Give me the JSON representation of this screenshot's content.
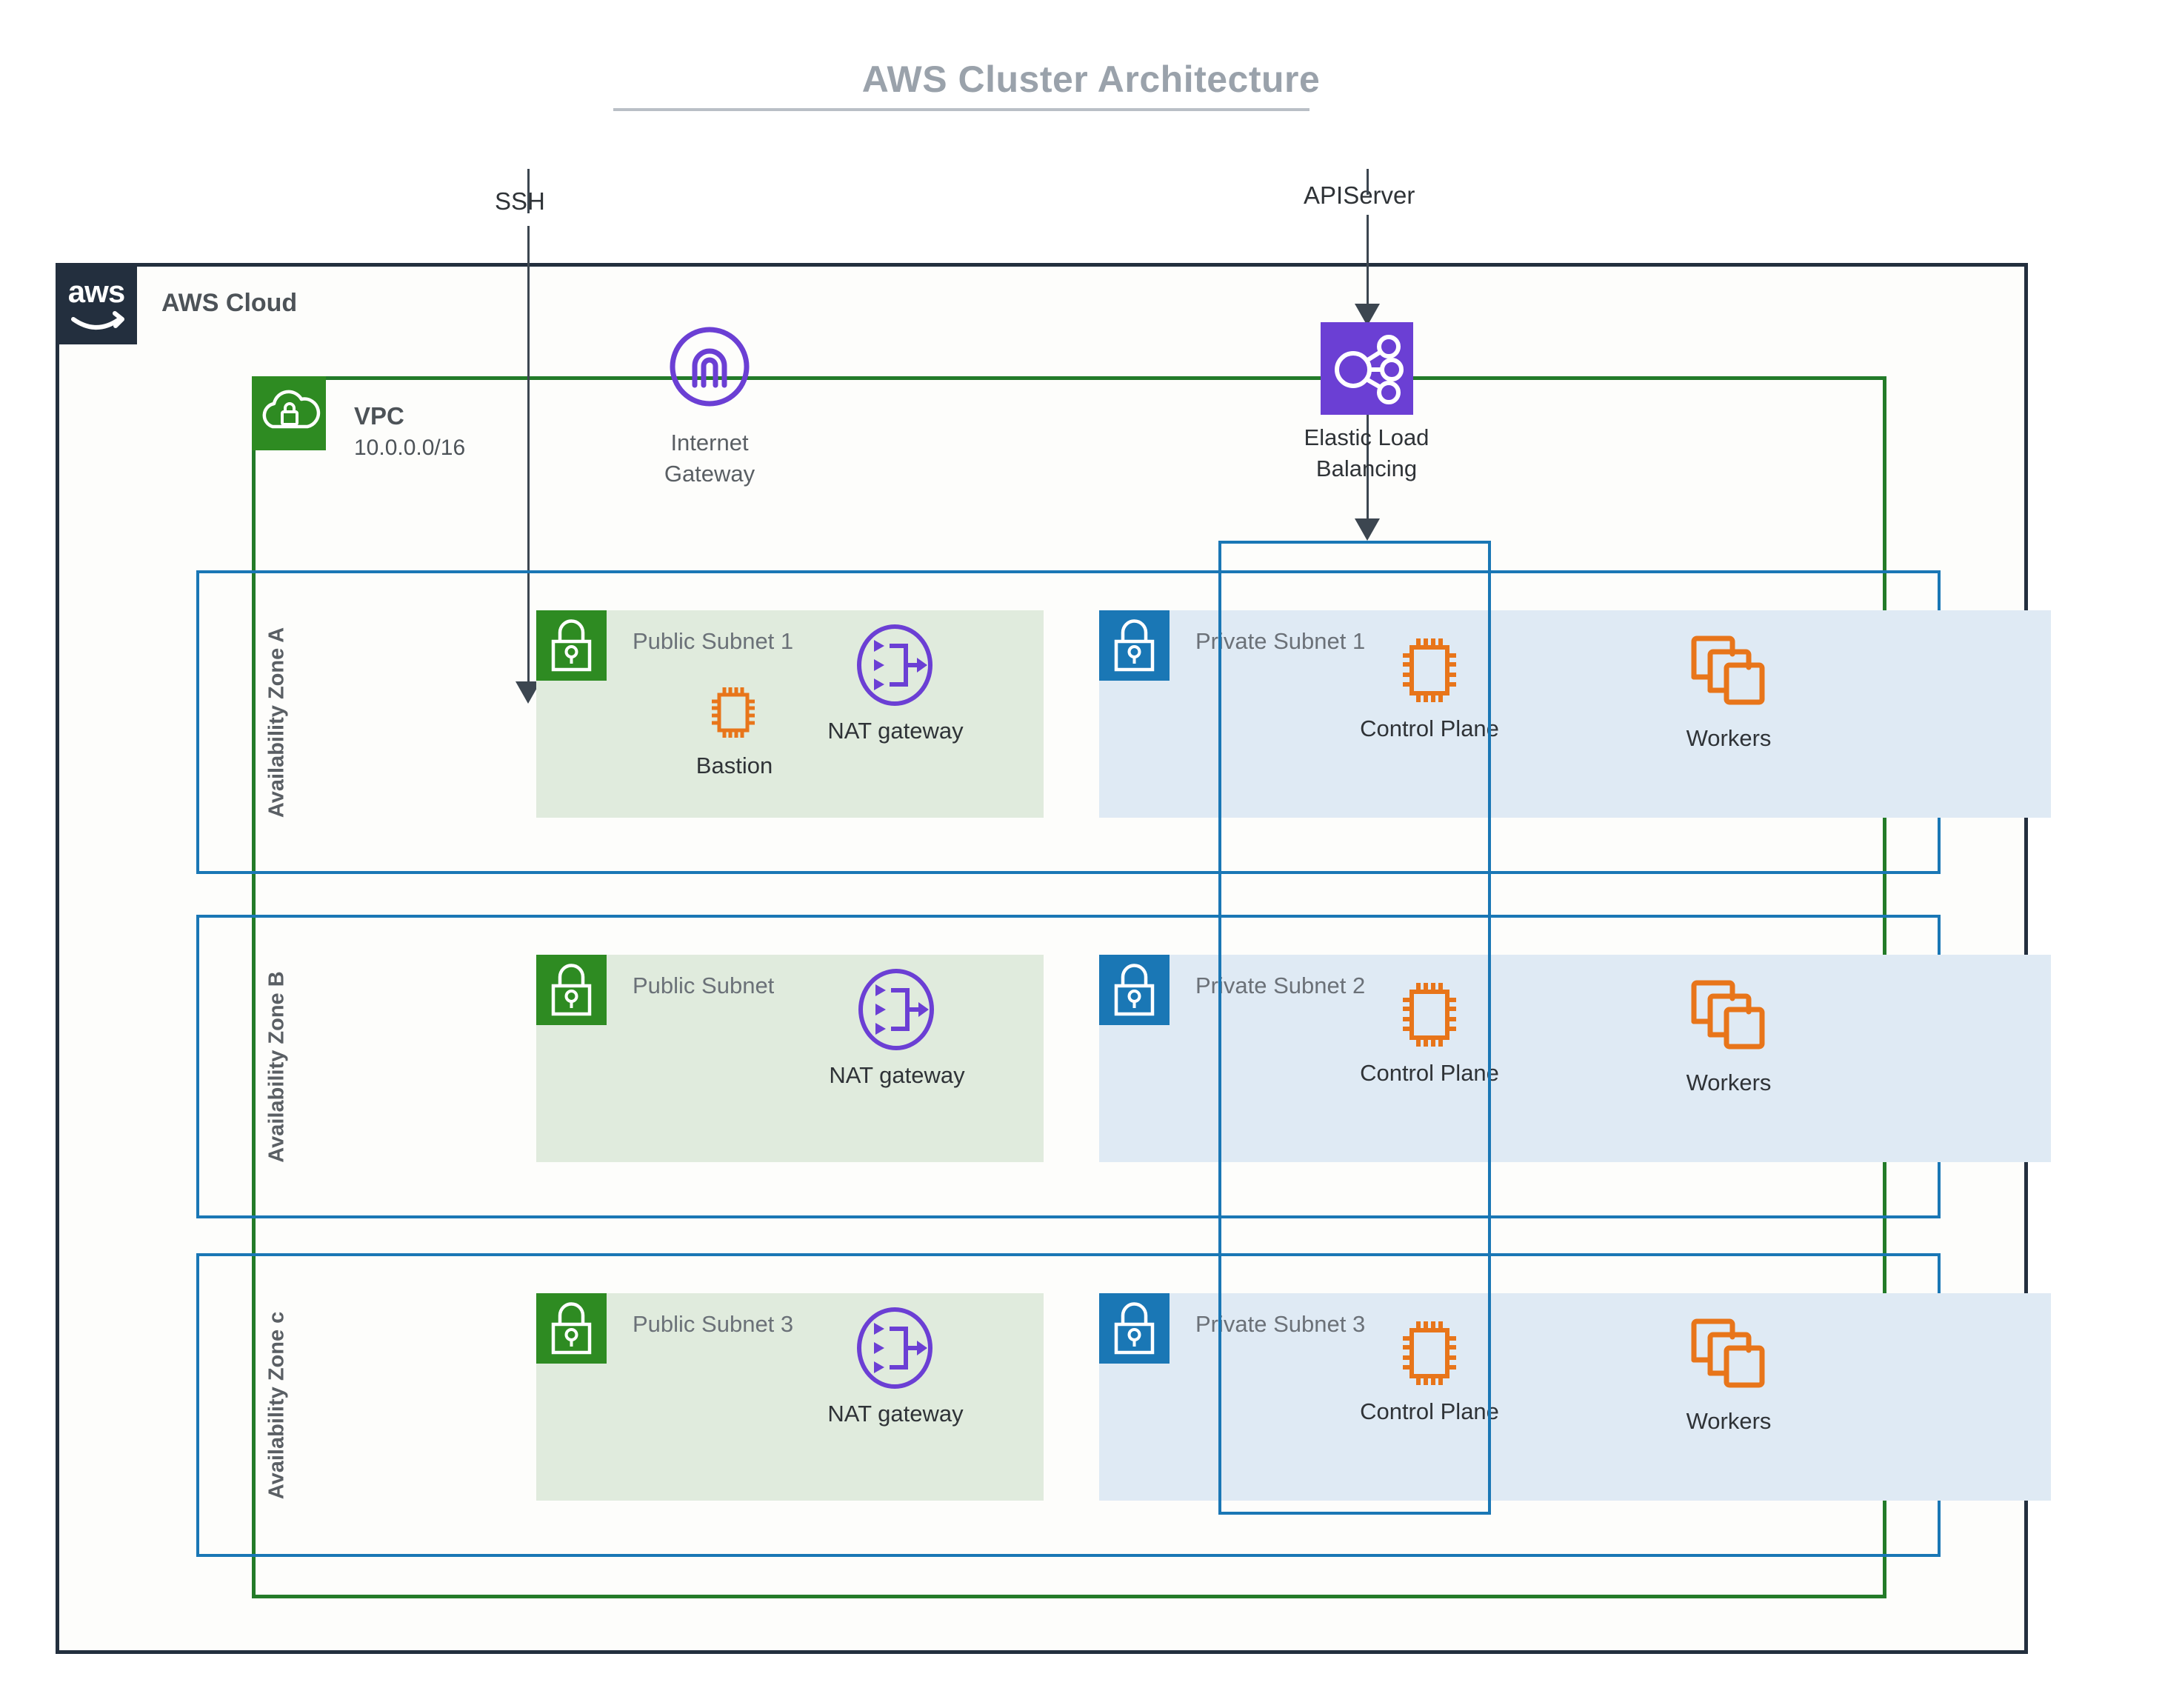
{
  "title": "AWS Cluster Architecture",
  "colors": {
    "aws_navy": "#232F3E",
    "vpc_green": "#237B29",
    "subnet_green": "#2E8B22",
    "subnet_blue": "#1A77B5",
    "az_blue": "#1A77B5",
    "purple": "#6B3FD4",
    "orange": "#E8751A",
    "public_subnet_fill": "#e0ebdd",
    "private_subnet_fill": "#dfeaf4",
    "title_gray": "#9aa2ab"
  },
  "cloud": {
    "label": "AWS Cloud",
    "logo_text": "aws",
    "logo_icon": "aws-smile-logo"
  },
  "vpc": {
    "title": "VPC",
    "cidr": "10.0.0.0/16",
    "icon": "vpc-cloud-lock-icon"
  },
  "edges": [
    {
      "label": "SSH",
      "icon": "arrow-down-icon"
    },
    {
      "label": "APIServer",
      "icon": "arrow-down-icon"
    }
  ],
  "gateway": {
    "label_line1": "Internet",
    "label_line2": "Gateway",
    "icon": "internet-gateway-icon"
  },
  "load_balancer": {
    "label_line1": "Elastic Load",
    "label_line2": "Balancing",
    "icon": "elastic-load-balancing-icon"
  },
  "zones": [
    {
      "label": "Availability Zone A",
      "public_subnet": {
        "label": "Public Subnet 1",
        "icon": "lock-icon",
        "nodes": [
          {
            "label": "Bastion",
            "icon": "cpu-chip-icon"
          },
          {
            "label": "NAT gateway",
            "icon": "nat-gateway-icon"
          }
        ]
      },
      "private_subnet": {
        "label": "Private Subnet 1",
        "icon": "lock-icon",
        "nodes": [
          {
            "label": "Control Plane",
            "icon": "cpu-chip-icon"
          },
          {
            "label": "Workers",
            "icon": "stacked-instances-icon"
          }
        ]
      }
    },
    {
      "label": "Availability Zone B",
      "public_subnet": {
        "label": "Public Subnet",
        "icon": "lock-icon",
        "nodes": [
          {
            "label": "NAT gateway",
            "icon": "nat-gateway-icon"
          }
        ]
      },
      "private_subnet": {
        "label": "Private Subnet 2",
        "icon": "lock-icon",
        "nodes": [
          {
            "label": "Control Plane",
            "icon": "cpu-chip-icon"
          },
          {
            "label": "Workers",
            "icon": "stacked-instances-icon"
          }
        ]
      }
    },
    {
      "label": "Availability Zone c",
      "public_subnet": {
        "label": "Public Subnet 3",
        "icon": "lock-icon",
        "nodes": [
          {
            "label": "NAT gateway",
            "icon": "nat-gateway-icon"
          }
        ]
      },
      "private_subnet": {
        "label": "Private Subnet 3",
        "icon": "lock-icon",
        "nodes": [
          {
            "label": "Control Plane",
            "icon": "cpu-chip-icon"
          },
          {
            "label": "Workers",
            "icon": "stacked-instances-icon"
          }
        ]
      }
    }
  ]
}
